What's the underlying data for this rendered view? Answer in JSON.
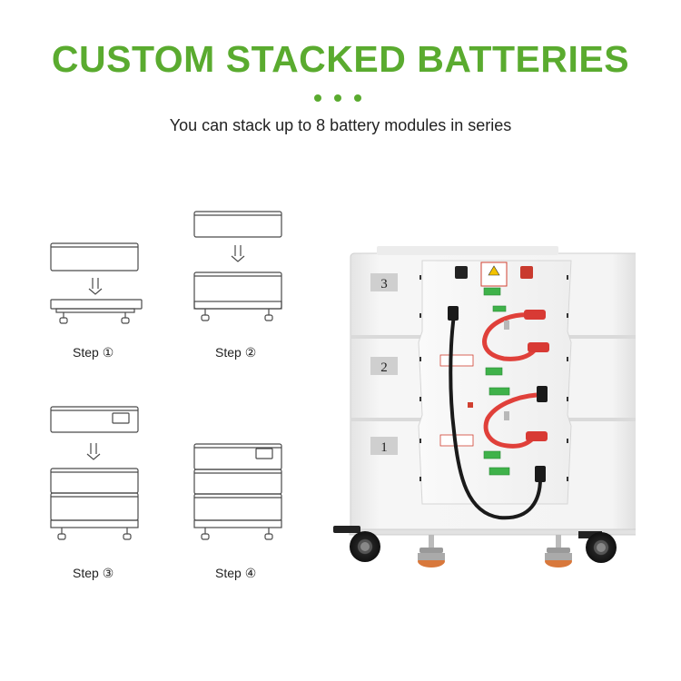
{
  "header": {
    "title": "CUSTOM STACKED BATTERIES",
    "subtitle": "You can stack up to 8 battery modules in series"
  },
  "steps": [
    {
      "label": "Step ①"
    },
    {
      "label": "Step ②"
    },
    {
      "label": "Step ③"
    },
    {
      "label": "Step ④"
    }
  ],
  "photo": {
    "module_numbers": [
      "3",
      "2",
      "1"
    ]
  },
  "colors": {
    "accent": "#5aab2f",
    "text": "#222222",
    "line": "#4a4a4a",
    "cabinet": "#f1f1f1",
    "cable_red": "#e0403a",
    "cable_black": "#1a1a1a",
    "connector_green": "#3fb24a"
  },
  "icons": [
    "down-arrow-icon"
  ]
}
